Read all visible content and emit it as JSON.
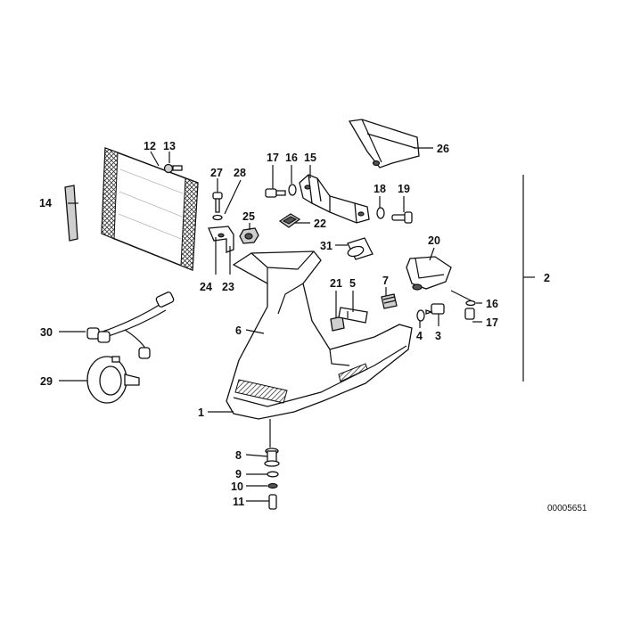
{
  "callouts": {
    "c1": "1",
    "c2": "2",
    "c3": "3",
    "c4": "4",
    "c5": "5",
    "c6": "6",
    "c7": "7",
    "c8": "8",
    "c9": "9",
    "c10": "10",
    "c11": "11",
    "c12": "12",
    "c13": "13",
    "c14": "14",
    "c15": "15",
    "c16a": "16",
    "c16b": "16",
    "c17a": "17",
    "c17b": "17",
    "c18": "18",
    "c19": "19",
    "c20": "20",
    "c21": "21",
    "c22": "22",
    "c23": "23",
    "c24": "24",
    "c25": "25",
    "c26": "26",
    "c27": "27",
    "c28": "28",
    "c29": "29",
    "c30": "30",
    "c31": "31"
  },
  "reference_number": "00005651"
}
